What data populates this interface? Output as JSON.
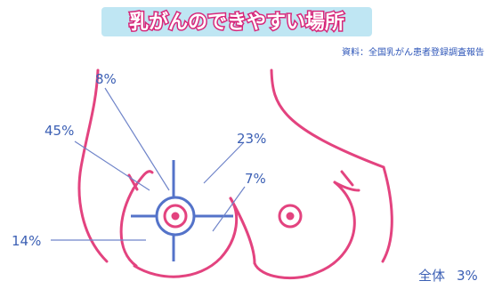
{
  "title": "乳がんのできやすい場所",
  "source": "資料：全国乳がん患者登録調査報告",
  "labels": {
    "upper_inner": "8%",
    "upper_outer": "45%",
    "lower_outer": "14%",
    "upper_medial_right": "23%",
    "lower_medial_right": "7%",
    "whole": "全体",
    "whole_pct": "3%"
  },
  "colors": {
    "body_outline": "#e3437f",
    "crosshair": "#5473c9",
    "title_fill": "#ffffff",
    "title_stroke": "#d7287b",
    "title_bar": "#bfe6f3",
    "text": "#3b5fb4"
  }
}
